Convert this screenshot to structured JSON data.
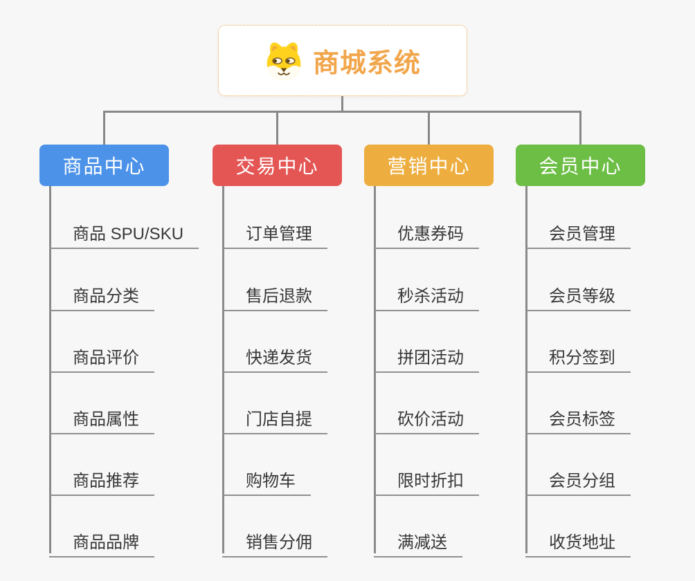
{
  "root": {
    "title": "商城系统",
    "icon": "shiba-dog-icon",
    "title_color": "#F2A64C",
    "border_color": "#EFA851"
  },
  "branches": [
    {
      "label": "商品中心",
      "color": "#4B92E8",
      "items": [
        "商品 SPU/SKU",
        "商品分类",
        "商品评价",
        "商品属性",
        "商品推荐",
        "商品品牌"
      ]
    },
    {
      "label": "交易中心",
      "color": "#E45654",
      "items": [
        "订单管理",
        "售后退款",
        "快递发货",
        "门店自提",
        "购物车",
        "销售分佣"
      ]
    },
    {
      "label": "营销中心",
      "color": "#EEAE3F",
      "items": [
        "优惠券码",
        "秒杀活动",
        "拼团活动",
        "砍价活动",
        "限时折扣",
        "满减送"
      ]
    },
    {
      "label": "会员中心",
      "color": "#6CBE45",
      "items": [
        "会员管理",
        "会员等级",
        "积分签到",
        "会员标签",
        "会员分组",
        "收货地址"
      ]
    }
  ],
  "colors": {
    "background": "#F7F7F7",
    "connector": "#878787",
    "leaf_underline": "#8F8F8F",
    "leaf_text": "#373737",
    "branch_text": "#FFFFFF"
  }
}
